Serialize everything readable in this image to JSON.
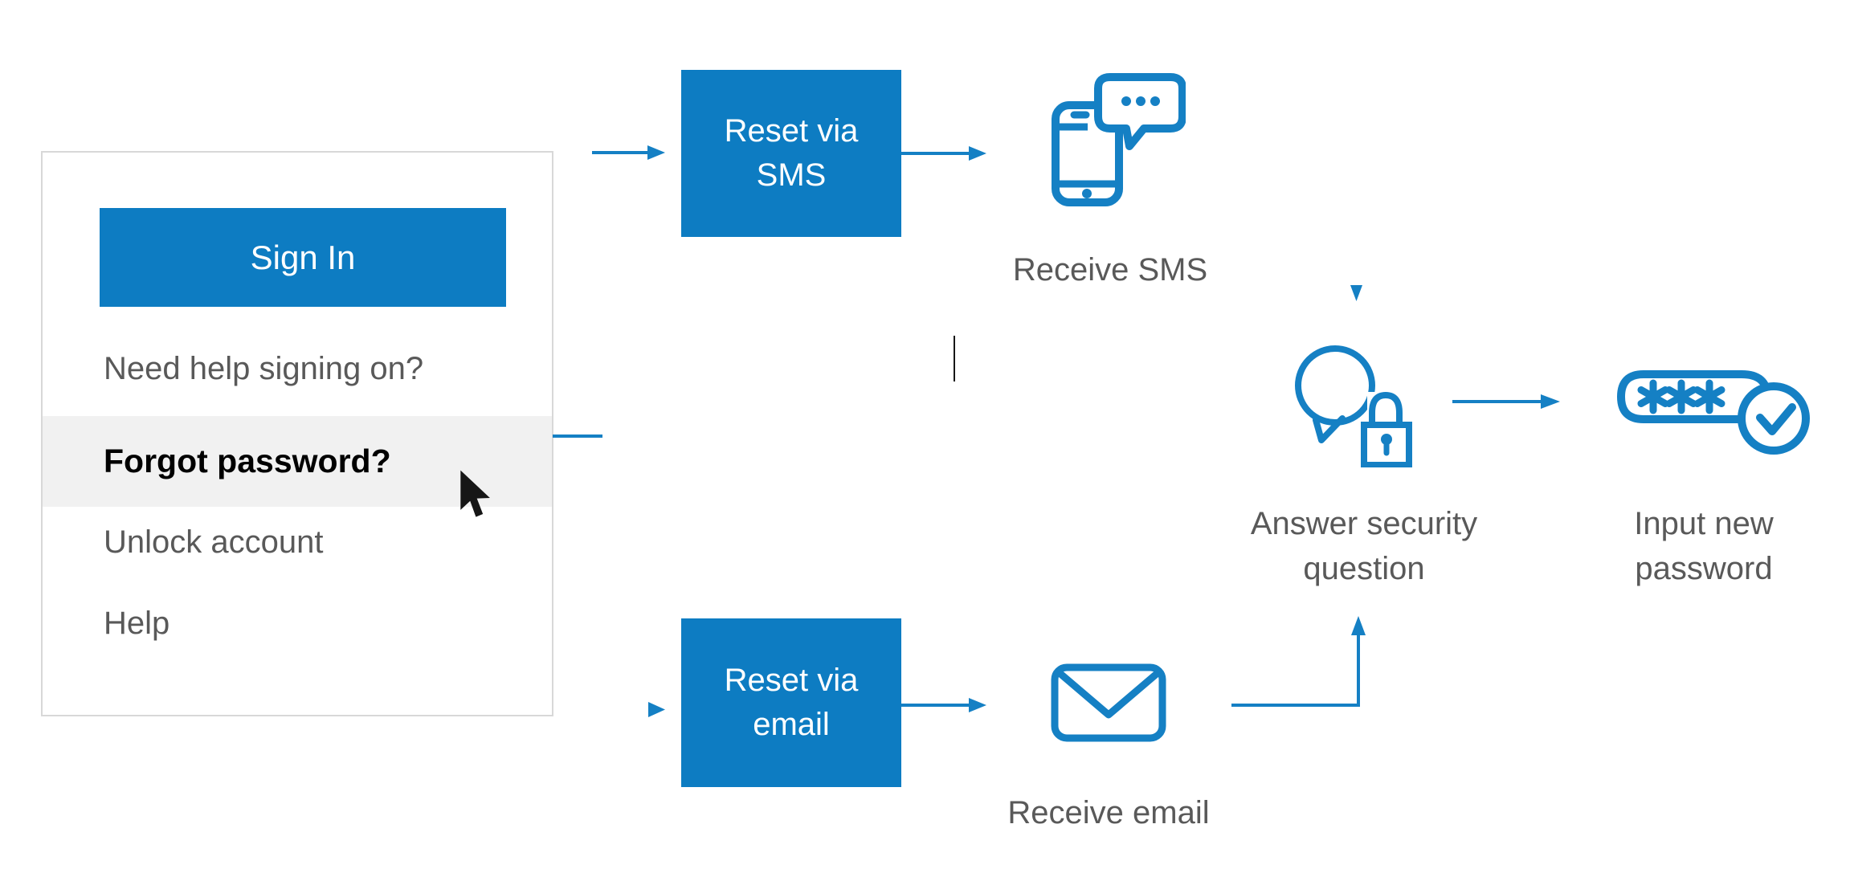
{
  "colors": {
    "accent_blue": "#0d7cc2",
    "icon_blue": "#1580c4",
    "text_gray": "#595959",
    "text_black": "#000000",
    "highlight_row": "#f1f1f1",
    "panel_border": "#d8d8d8"
  },
  "panel": {
    "sign_in_label": "Sign In",
    "items": [
      {
        "label": "Need help signing on?"
      },
      {
        "label": "Forgot password?"
      },
      {
        "label": "Unlock account"
      },
      {
        "label": "Help"
      }
    ]
  },
  "flow": {
    "sms_box_label": "Reset via\nSMS",
    "email_box_label": "Reset via\nemail",
    "receive_sms_label": "Receive SMS",
    "receive_email_label": "Receive email",
    "answer_security_label": "Answer security\nquestion",
    "input_password_label": "Input new\npassword"
  }
}
